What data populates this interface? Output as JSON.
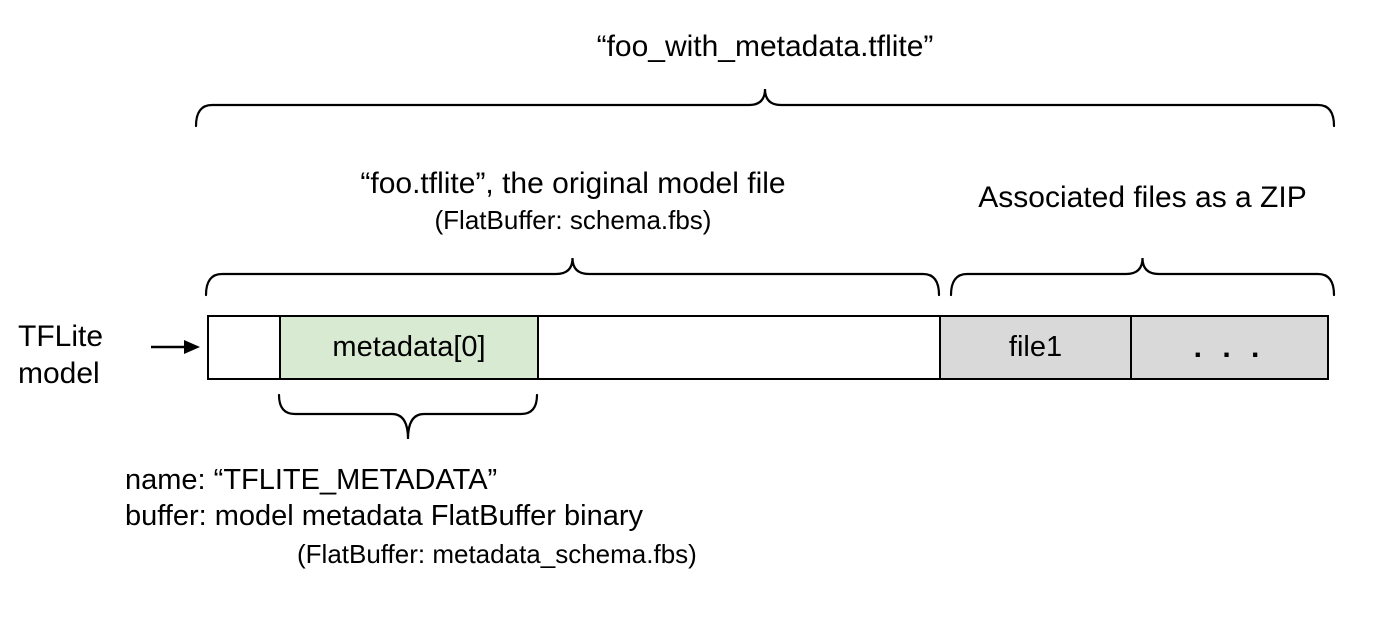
{
  "diagram": {
    "file_title": "“foo_with_metadata.tflite”",
    "model_section": {
      "title": "“foo.tflite”, the original model file",
      "subtitle": "(FlatBuffer: schema.fbs)"
    },
    "zip_section": {
      "title": "Associated files as a ZIP"
    },
    "side_label": {
      "line1": "TFLite",
      "line2": "model"
    },
    "bar": {
      "segments": [
        {
          "label": "",
          "type": "white"
        },
        {
          "label": "metadata[0]",
          "type": "green"
        },
        {
          "label": "",
          "type": "white"
        },
        {
          "label": "file1",
          "type": "gray"
        },
        {
          "label": ". . .",
          "type": "gray"
        }
      ],
      "colors": {
        "metadata_fill": "#d9ead3",
        "associated_file_fill": "#d9d9d9",
        "border": "#000000",
        "background": "#ffffff"
      }
    },
    "metadata_annotation": {
      "line1": "name: “TFLITE_METADATA”",
      "line2": "buffer: model metadata FlatBuffer binary",
      "line3": "(FlatBuffer: metadata_schema.fbs)"
    }
  }
}
